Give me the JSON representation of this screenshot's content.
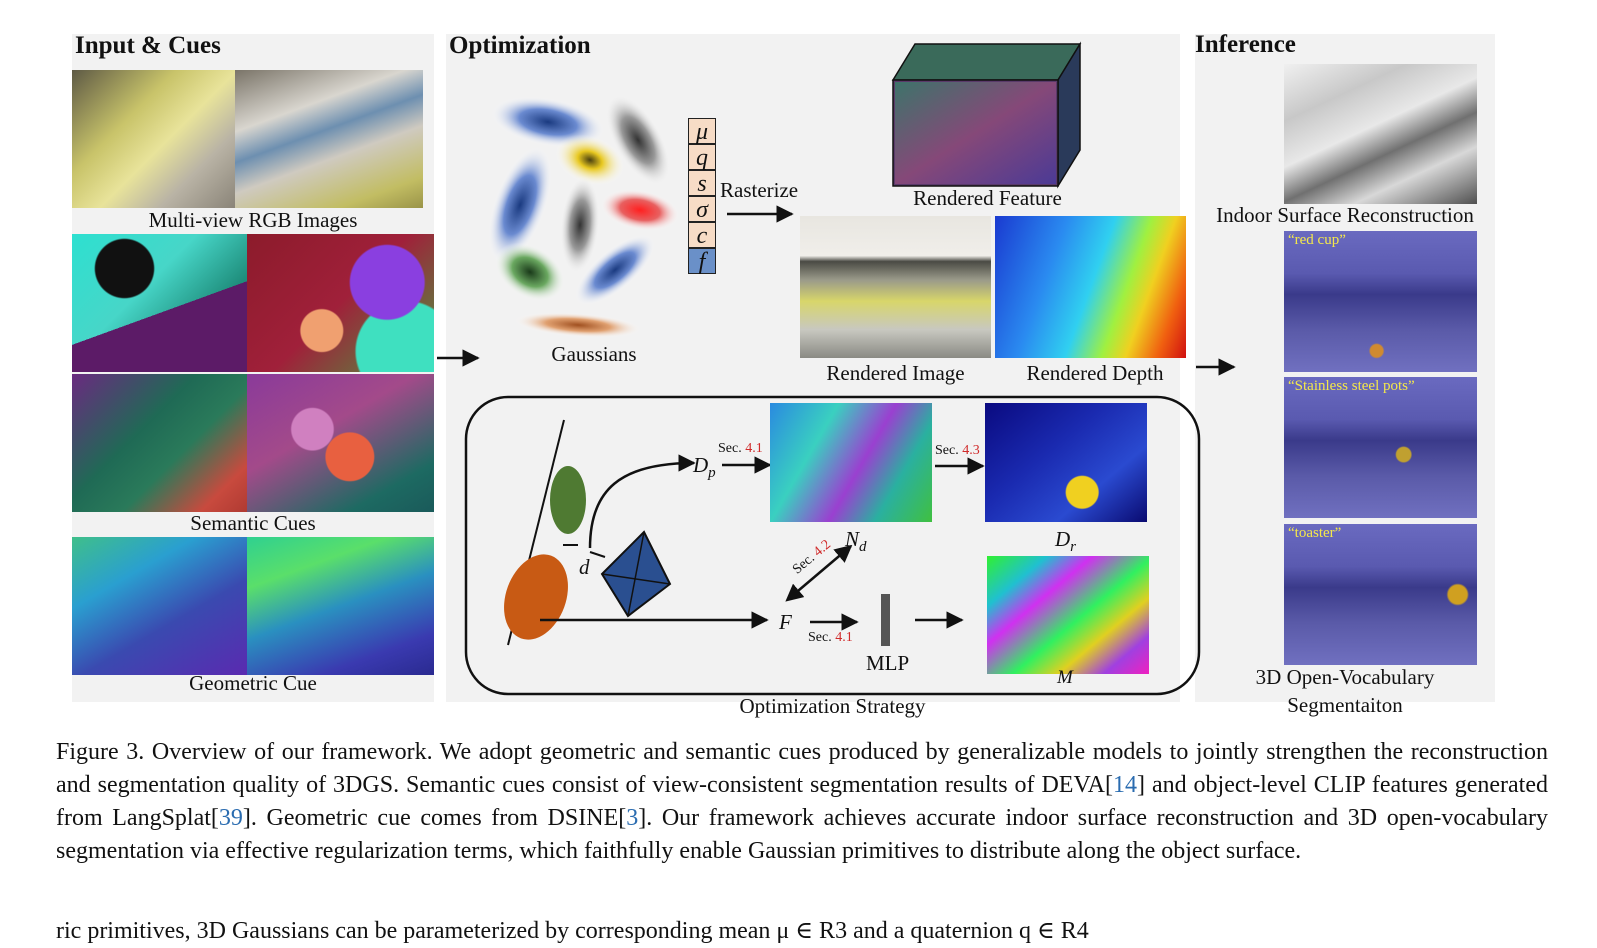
{
  "panels": {
    "input": {
      "title": "Input & Cues",
      "rgb_label": "Multi-view RGB Images",
      "semantic_label": "Semantic Cues",
      "geometric_label": "Geometric Cue"
    },
    "optimization": {
      "title": "Optimization",
      "gaussians_label": "Gaussians",
      "params": [
        "μ",
        "q",
        "s",
        "σ",
        "c",
        "f"
      ],
      "rasterize_label": "Rasterize",
      "rendered_feature": "Rendered Feature",
      "rendered_image": "Rendered Image",
      "rendered_depth": "Rendered Depth",
      "strategy": {
        "label": "Optimization Strategy",
        "d": "d",
        "dp": "D",
        "dp_sub": "p",
        "nd": "N",
        "nd_sub": "d",
        "dr": "D",
        "dr_sub": "r",
        "f": "F",
        "m": "M",
        "mlp": "MLP",
        "sec_prefix": "Sec.",
        "sec1": "4.1",
        "sec2": "4.3",
        "sec3": "4.2",
        "sec4": "4.1"
      }
    },
    "inference": {
      "title": "Inference",
      "surface_label": "Indoor Surface Reconstruction",
      "queries": [
        "“red cup”",
        "“Stainless steel pots”",
        "“toaster”"
      ],
      "seg_label_1": "3D Open-Vocabulary",
      "seg_label_2": "Segmentaiton"
    }
  },
  "caption": {
    "p1": "Figure 3.  Overview of our framework.  We adopt geometric and semantic cues produced by generalizable models to jointly strengthen the reconstruction and segmentation quality of 3DGS. Semantic cues consist of view-consistent segmentation results of DEVA[",
    "r1": "14",
    "p2": "] and object-level CLIP features generated from LangSplat[",
    "r2": "39",
    "p3": "]. Geometric cue comes from DSINE[",
    "r3": "3",
    "p4": "]. Our framework achieves accurate indoor surface reconstruction and 3D open-vocabulary segmentation via effective regularization terms, which faithfully enable Gaussian primitives to distribute along the object surface."
  },
  "body_text": "ric primitives, 3D Gaussians can be parameterized by corresponding mean μ ∈ R3 and a quaternion q ∈ R4"
}
